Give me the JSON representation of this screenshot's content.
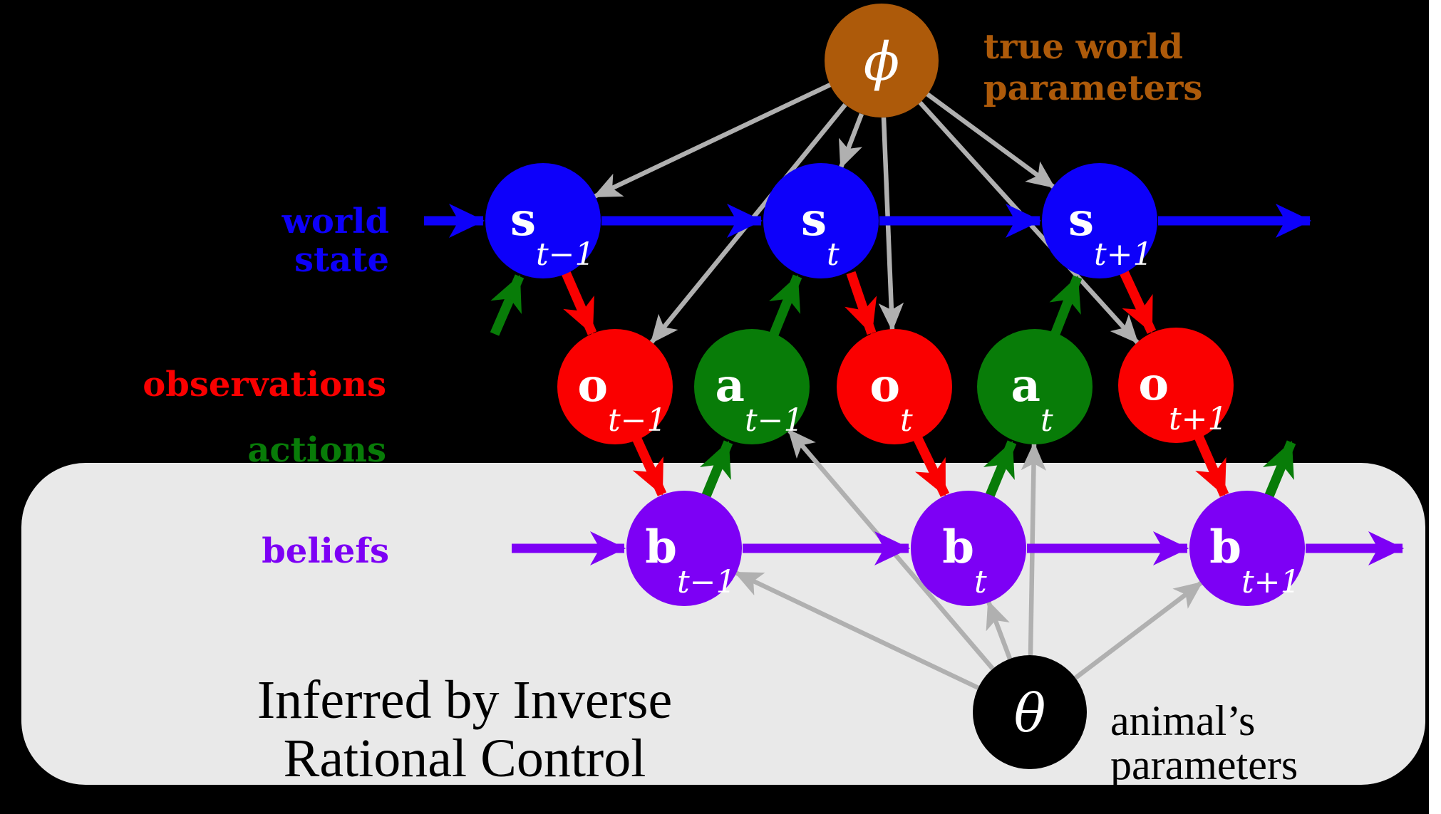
{
  "colors": {
    "background": "#000000",
    "panel": "#e9e9e9",
    "right_margin": "#ffffff",
    "blue": "#0d00fa",
    "red": "#fa0000",
    "green": "#087c08",
    "purple": "#7d00f5",
    "brown": "#ad5a0a",
    "gray_arrow": "#b0b0b0",
    "black_node": "#000000",
    "node_text": "#ffffff"
  },
  "nodes": {
    "phi": {
      "symbol": "ϕ",
      "meaning": "true world parameters"
    },
    "theta": {
      "symbol": "θ",
      "meaning": "animal's parameters"
    },
    "s_prev": {
      "main": "s",
      "sub": "t−1"
    },
    "s_cur": {
      "main": "s",
      "sub": "t"
    },
    "s_next": {
      "main": "s",
      "sub": "t+1"
    },
    "o_prev": {
      "main": "o",
      "sub": "t−1"
    },
    "o_cur": {
      "main": "o",
      "sub": "t"
    },
    "o_next": {
      "main": "o",
      "sub": "t+1"
    },
    "a_prev": {
      "main": "a",
      "sub": "t−1"
    },
    "a_cur": {
      "main": "a",
      "sub": "t"
    },
    "b_prev": {
      "main": "b",
      "sub": "t−1"
    },
    "b_cur": {
      "main": "b",
      "sub": "t"
    },
    "b_next": {
      "main": "b",
      "sub": "t+1"
    }
  },
  "labels": {
    "true_world_parameters": {
      "line1": "true world",
      "line2": "parameters"
    },
    "world_state": {
      "line1": "world",
      "line2": "state"
    },
    "observations": "observations",
    "actions": "actions",
    "beliefs": "beliefs",
    "inferred": {
      "line1": "Inferred by Inverse",
      "line2": "Rational Control"
    },
    "animals_parameters": {
      "line1": "animal’s",
      "line2": "parameters"
    }
  }
}
